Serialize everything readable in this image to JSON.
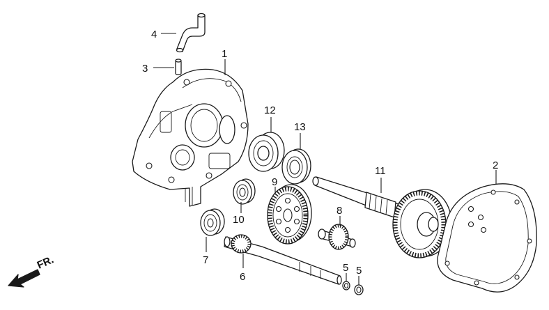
{
  "callouts": {
    "c1": "1",
    "c2": "2",
    "c3": "3",
    "c4": "4",
    "c5a": "5",
    "c5b": "5",
    "c6": "6",
    "c7": "7",
    "c8": "8",
    "c9": "9",
    "c10": "10",
    "c11": "11",
    "c12": "12",
    "c13": "13"
  },
  "direction_label": "FR."
}
